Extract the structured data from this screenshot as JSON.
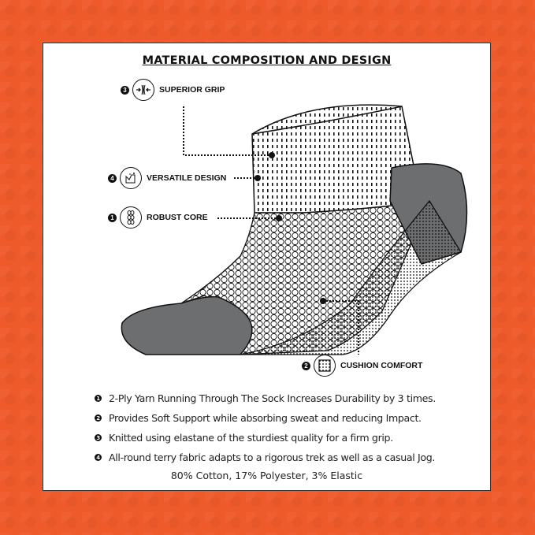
{
  "title": "MATERIAL  COMPOSITION AND DESIGN",
  "callouts": [
    {
      "number": "3",
      "icon": "compression-arrows-icon",
      "label": "SUPERIOR GRIP"
    },
    {
      "number": "4",
      "icon": "shoe-sparkle-icon",
      "label": "VERSATILE DESIGN"
    },
    {
      "number": "1",
      "icon": "yarn-chain-icon",
      "label": "ROBUST CORE"
    },
    {
      "number": "2",
      "icon": "mesh-pad-icon",
      "label": "CUSHION COMFORT"
    }
  ],
  "features": [
    {
      "number": "1",
      "text": "2-Ply Yarn Running Through The Sock Increases Durability by 3 times."
    },
    {
      "number": "2",
      "text": "Provides Soft Support while absorbing sweat and reducing Impact."
    },
    {
      "number": "3",
      "text": "Knitted using elastane of the sturdiest quality for a firm grip."
    },
    {
      "number": "4",
      "text": "All-round terry fabric adapts to a rigorous trek as well as a casual Jog."
    }
  ],
  "composition": "80% Cotton, 17% Polyester, 3% Elastic",
  "colors": {
    "background": "#ee5a2a",
    "card": "#ffffff",
    "sock_gray": "#6d6e70",
    "ink": "#111111"
  }
}
